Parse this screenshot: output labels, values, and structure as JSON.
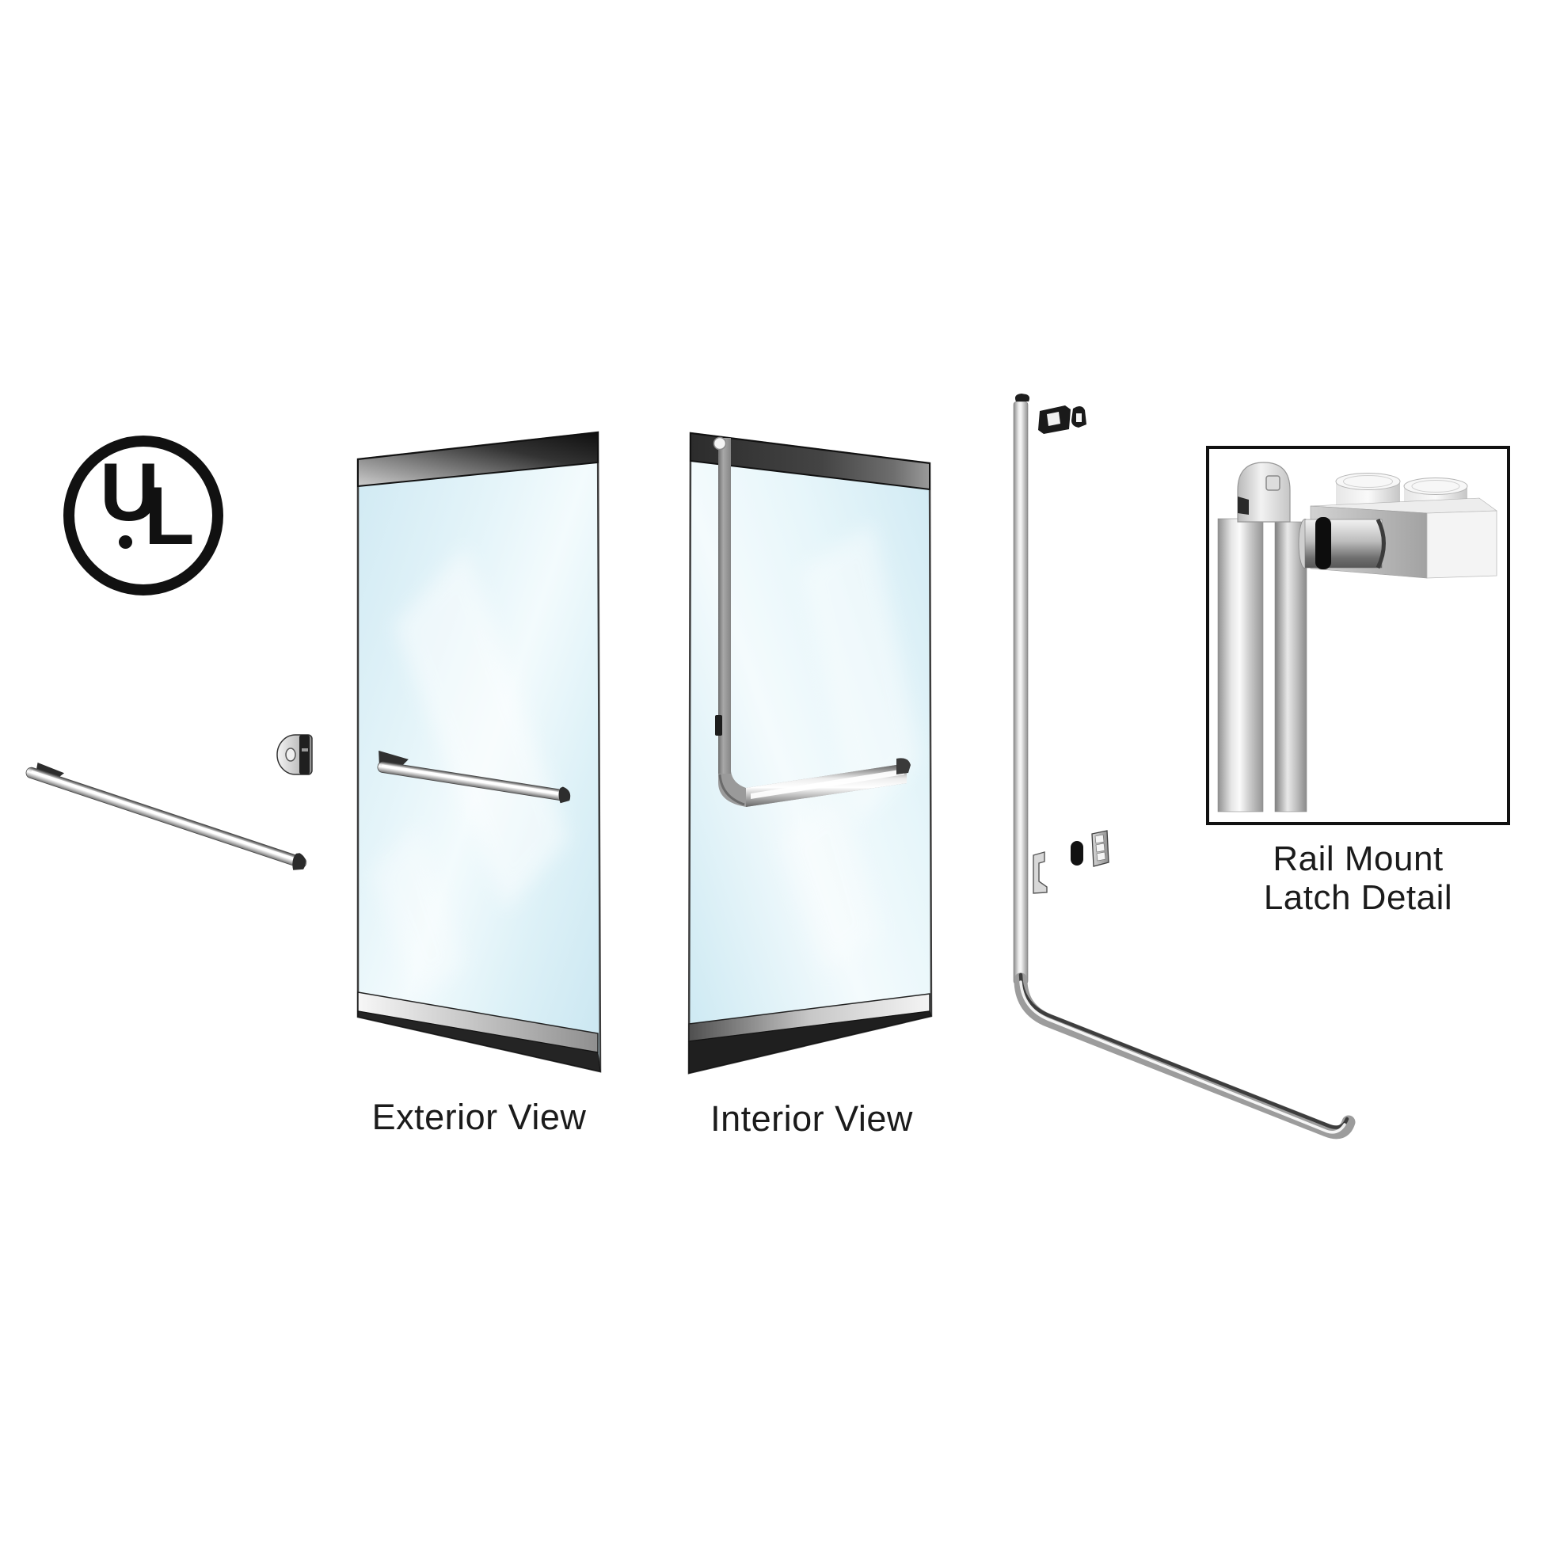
{
  "logo": {
    "letter_u": "U",
    "letter_l": "L"
  },
  "labels": {
    "exterior": "Exterior View",
    "interior": "Interior View",
    "rail_detail_line1": "Rail Mount",
    "rail_detail_line2": "Latch Detail"
  },
  "colors": {
    "background": "#ffffff",
    "text": "#1b1b1b",
    "glass": "#d6eef6",
    "glass-highlight": "#f2fbfd",
    "frame-dark": "#1e1e1e",
    "metal-light": "#e9e9e9",
    "metal-mid": "#a9a9a9",
    "metal-dark": "#4a4a4a"
  }
}
